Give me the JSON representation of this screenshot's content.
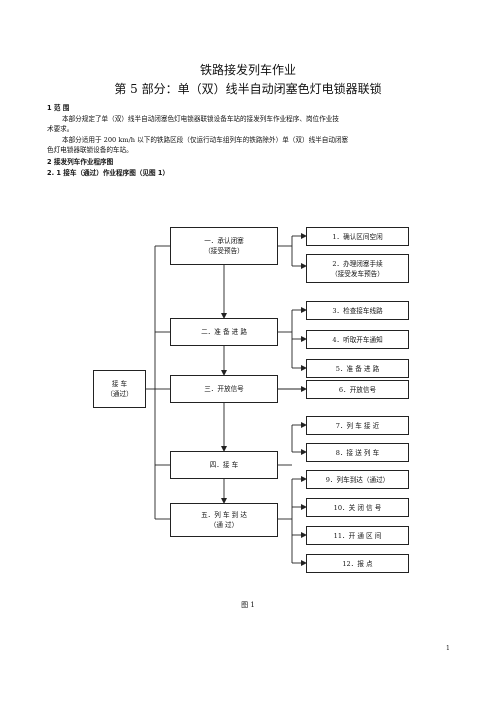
{
  "title": "铁路接发列车作业",
  "subtitle": "第 5 部分：单（双）线半自动闭塞色灯电锁器联锁",
  "section1": {
    "heading": "1 范 围",
    "para1_l1": "本部分规定了单（双）线半自动闭塞色灯电锁器联锁设备车站的接发列车作业程序、岗位作业技",
    "para1_l2": "术要求。",
    "para2_l1": "本部分适用于 200 km/h 以下的铁路区段（仅运行动车组列车的铁路除外）单（双）线半自动闭塞",
    "para2_l2": "色灯电锁器联锁设备的车站。"
  },
  "section2": {
    "heading": "2 接发列车作业程序图",
    "sub": "2. 1 接车（通过）作业程序图（见图 1）"
  },
  "flow": {
    "root": [
      "接 车",
      "（通过）"
    ],
    "stages": [
      [
        "一．承认闭塞",
        "（接受预告）"
      ],
      [
        "二．准 备 进 路"
      ],
      [
        "三．开放信号"
      ],
      [
        "四．接 车"
      ],
      [
        "五．列 车 到 达",
        "（通 过）"
      ]
    ],
    "steps": [
      "1．确认区间空闲",
      "2．办理闭塞手续",
      "（接受发车预告）",
      "3．检查接车线路",
      "4．听取开车通知",
      "5．准 备 进 路",
      "6．开放信号",
      "7．列 车 接 近",
      "8．接 送 列 车",
      "9．列车到达（通过）",
      "10．关 闭 信 号",
      "11．开 通 区 间",
      "12．报 点"
    ]
  },
  "caption": "图 1",
  "page_number": "1"
}
